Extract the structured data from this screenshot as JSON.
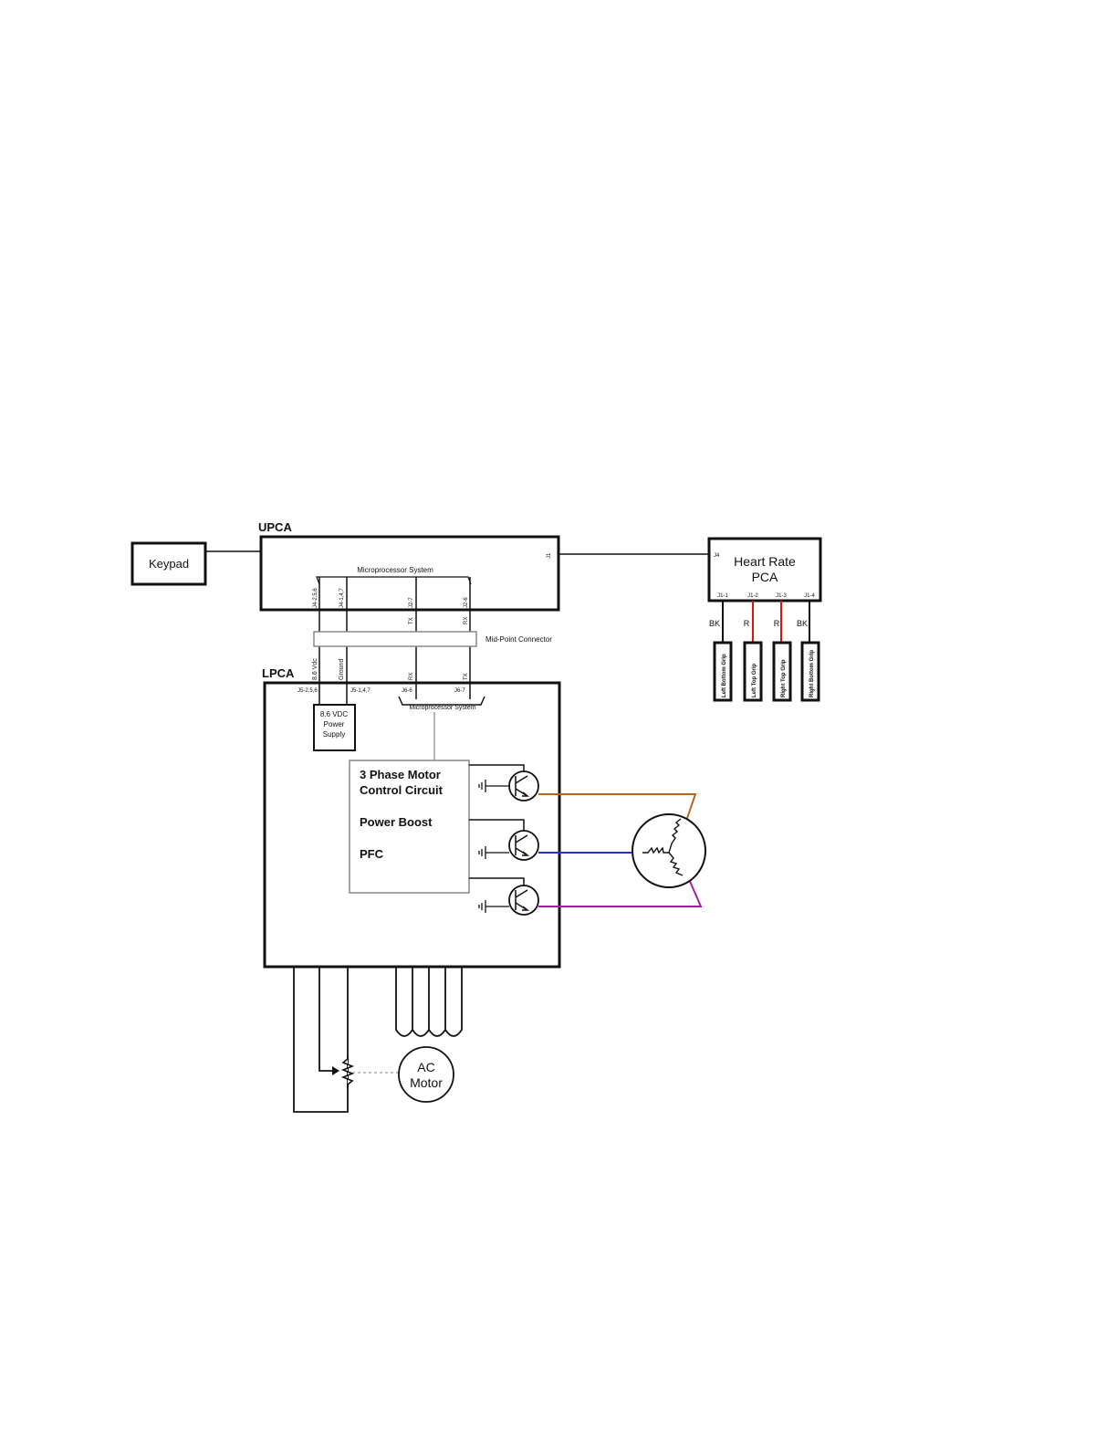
{
  "labels": {
    "upca": "UPCA",
    "lpca": "LPCA",
    "keypad": "Keypad",
    "micro_upper": "Microprocessor System",
    "micro_lower": "Microprocessor System",
    "upca_j1": "J1",
    "hr_j4": "J4",
    "midpoint": "Mid-Point Connector",
    "hr_line1": "Heart Rate",
    "hr_line2": "PCA",
    "supply_line1": "8.6 VDC",
    "supply_line2": "Power",
    "supply_line3": "Supply",
    "motor_line1": "3 Phase Motor",
    "motor_line2": "Control Circuit",
    "motor_line3": "Power Boost",
    "motor_line4": "PFC",
    "ac_line1": "AC",
    "ac_line2": "Motor"
  },
  "upper_pins": [
    "J4-2,5,6",
    "J4-1,4,7",
    "J2-7",
    "J2-6"
  ],
  "upper_signals": [
    "TX",
    "RX"
  ],
  "lower_signals": [
    "8.6 Vdc",
    "Ground",
    "RX",
    "TX"
  ],
  "lower_pins": [
    "J5-2,5,6",
    "J5-1,4,7",
    "J6-6",
    "J6-7"
  ],
  "hr_pins": [
    "J1-1",
    "J1-2",
    "J1-3",
    "J1-4"
  ],
  "hr_wire_colors": [
    "BK",
    "R",
    "R",
    "BK"
  ],
  "grips": [
    "Left Bottom Grip",
    "Left Top Grip",
    "Right Top Grip",
    "Right Bottom Grip"
  ],
  "colors": {
    "phase_a": "#b5651d",
    "phase_b": "#2a2ad6",
    "phase_c": "#a020a0",
    "red_wire": "#e01010",
    "black": "#111111"
  }
}
